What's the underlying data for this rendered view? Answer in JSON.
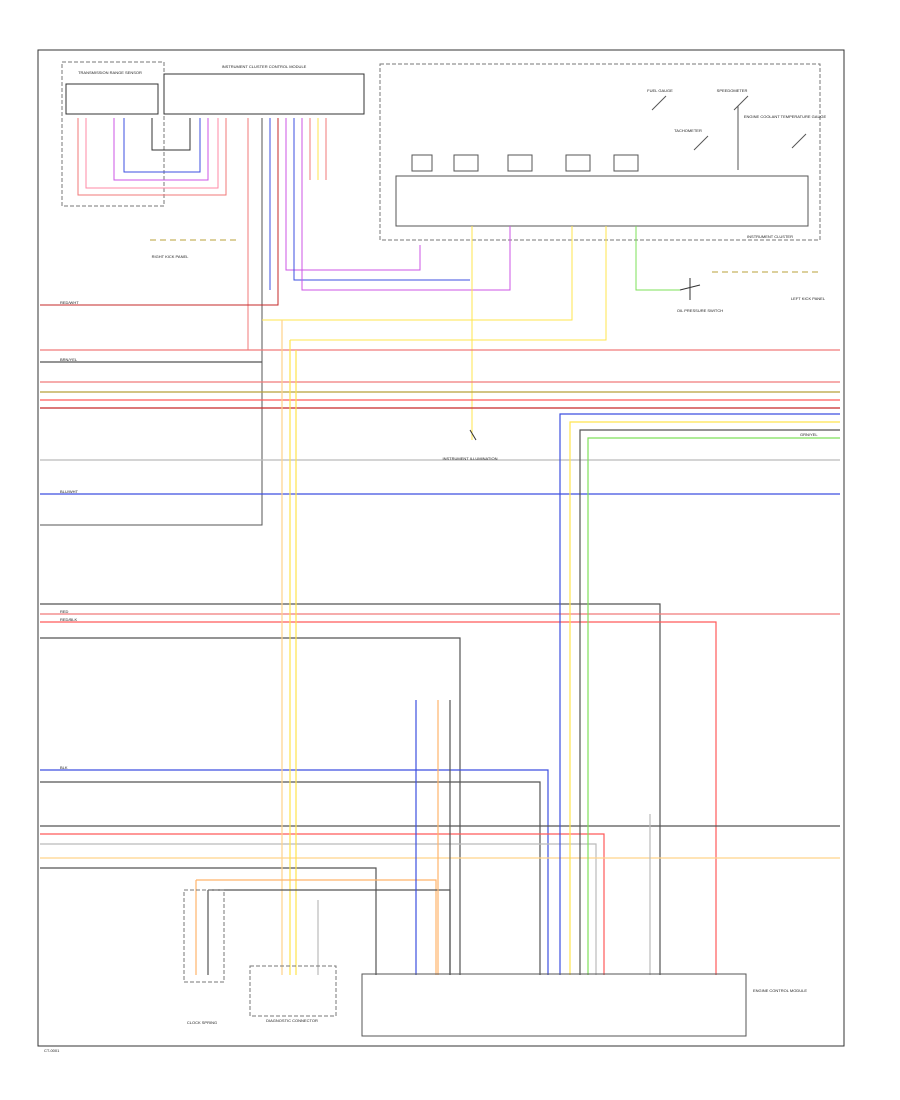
{
  "components": {
    "transmission_range_sensor": "TRANSMISSION RANGE SENSOR",
    "instrument_cluster": "INSTRUMENT CLUSTER",
    "instrument_cluster_control_module": "INSTRUMENT CLUSTER CONTROL MODULE",
    "fuel_gauge": "FUEL GAUGE",
    "speedometer": "SPEEDOMETER",
    "tachometer": "TACHOMETER",
    "engine_coolant_temp": "ENGINE COOLANT TEMPERATURE GAUGE",
    "oil_pressure_sw": "OIL PRESSURE SWITCH",
    "instrument_illumination": "INSTRUMENT ILLUMINATION",
    "diagnostic_connector": "DIAGNOSTIC CONNECTOR",
    "clock_spring": "CLOCK SPRING",
    "ecm": "ENGINE CONTROL MODULE",
    "right_kick_panel": "RIGHT KICK PANEL",
    "left_kick_panel": "LEFT KICK PANEL"
  },
  "wire_labels": {
    "red_wht": "RED/WHT",
    "brn_yel": "BRN/YEL",
    "blu_wht": "BLU/WHT",
    "red": "RED",
    "red_blk": "RED/BLK",
    "blk": "BLK",
    "grn_yel": "GRN/YEL"
  },
  "footer_code": "CT-0001",
  "colors": {
    "red": "#f07a7a",
    "dark_red": "#c62828",
    "pink": "#ff8aa6",
    "blue": "#3d4fe0",
    "yellow": "#ffe44d",
    "orange": "#ffb36b",
    "green": "#7ee05a",
    "olive": "#b8a13a",
    "gray": "#444444",
    "violet": "#cc55e6",
    "light_gray": "#bbbbbb"
  }
}
